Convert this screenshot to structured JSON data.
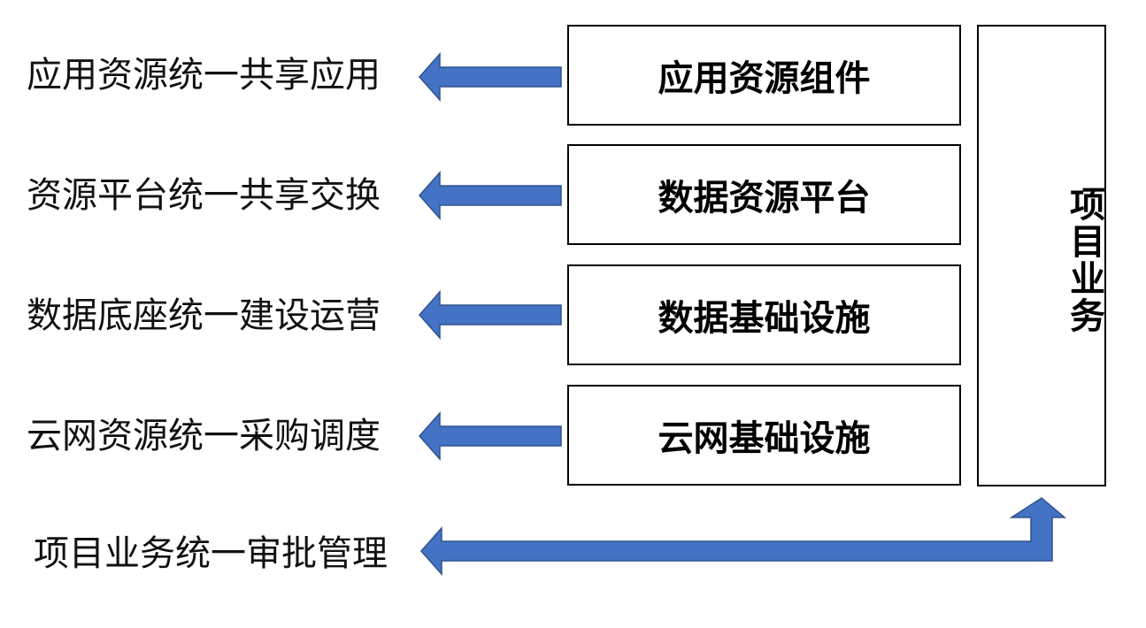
{
  "layers": [
    {
      "box_label": "应用资源组件",
      "outcome_label": "应用资源统一共享应用"
    },
    {
      "box_label": "数据资源平台",
      "outcome_label": "资源平台统一共享交换"
    },
    {
      "box_label": "数据基础设施",
      "outcome_label": "数据底座统一建设运营"
    },
    {
      "box_label": "云网基础设施",
      "outcome_label": "云网资源统一采购调度"
    }
  ],
  "side": {
    "label": "项目业务"
  },
  "bottom": {
    "outcome_label": "项目业务统一审批管理"
  },
  "colors": {
    "arrow_fill": "#4472c4",
    "arrow_stroke": "#2f528f",
    "box_border": "#000000"
  }
}
